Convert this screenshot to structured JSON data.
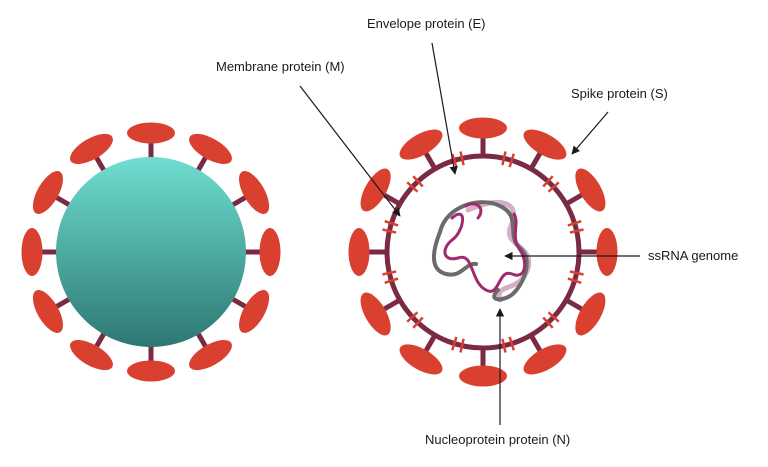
{
  "labels": {
    "envelope": "Envelope protein (E)",
    "membrane": "Membrane protein (M)",
    "spike": "Spike protein (S)",
    "ssrna": "ssRNA genome",
    "nucleoprotein": "Nucleoprotein protein (N)"
  },
  "colors": {
    "spike": "#d94030",
    "stalk": "#7a2a43",
    "envelope": "#7a2a43",
    "sphere_top": "#6fded0",
    "sphere_bottom": "#2c7872",
    "rna_magenta": "#a02a6e",
    "rna_gray": "#6b6b6b",
    "rna_pink": "#d7aec6",
    "arrow": "#1a1a1a"
  }
}
